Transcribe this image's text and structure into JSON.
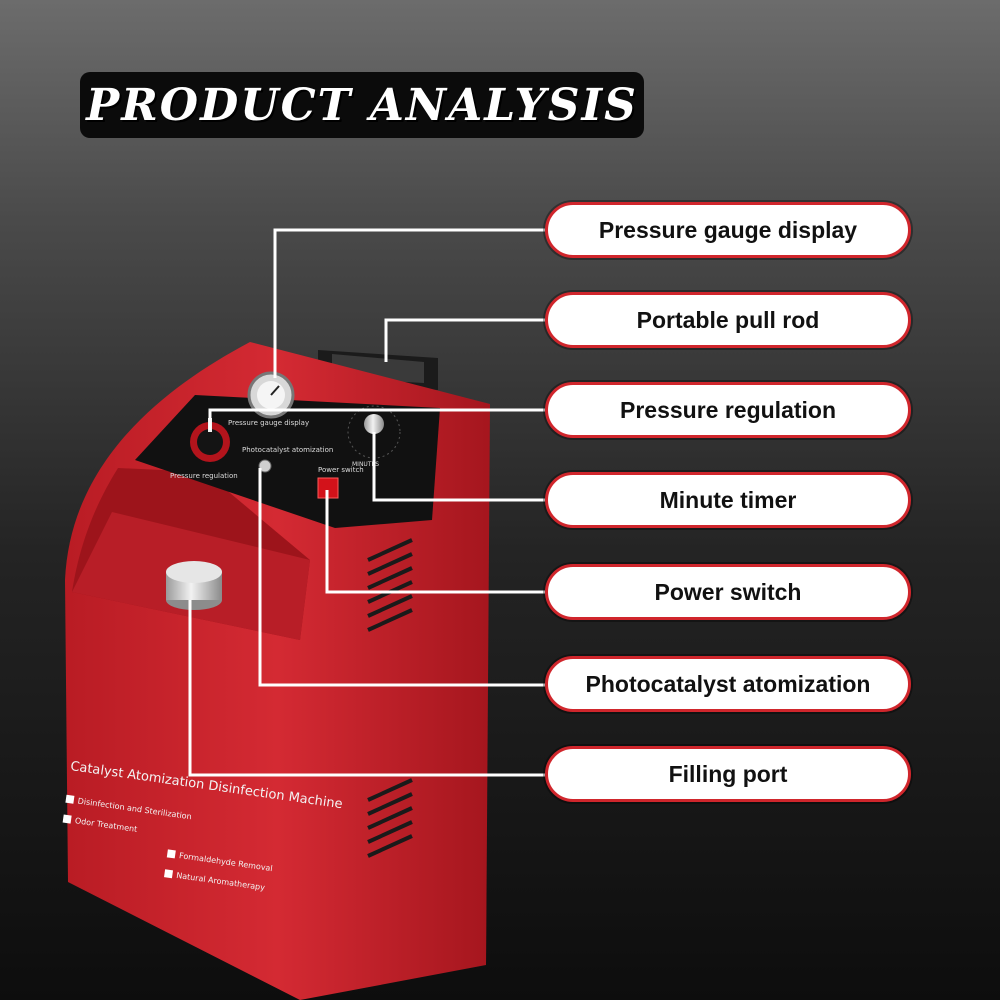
{
  "title": "PRODUCT ANALYSIS",
  "colors": {
    "accent": "#d0262c",
    "machine_red": "#c8202a",
    "panel": "#111111"
  },
  "callouts": [
    "Pressure gauge display",
    "Portable pull rod",
    "Pressure regulation",
    "Minute timer",
    "Power switch",
    "Photocatalyst atomization",
    "Filling port"
  ],
  "machine": {
    "panel_labels": {
      "gauge": "Pressure gauge display",
      "regulation": "Pressure regulation",
      "atomization": "Photocatalyst atomization",
      "power": "Power switch",
      "minutes": "MINUTES"
    },
    "front_title": "Catalyst Atomization Disinfection Machine",
    "features": [
      "Disinfection and Sterilization",
      "Odor Treatment",
      "Formaldehyde Removal",
      "Natural Aromatherapy"
    ]
  }
}
